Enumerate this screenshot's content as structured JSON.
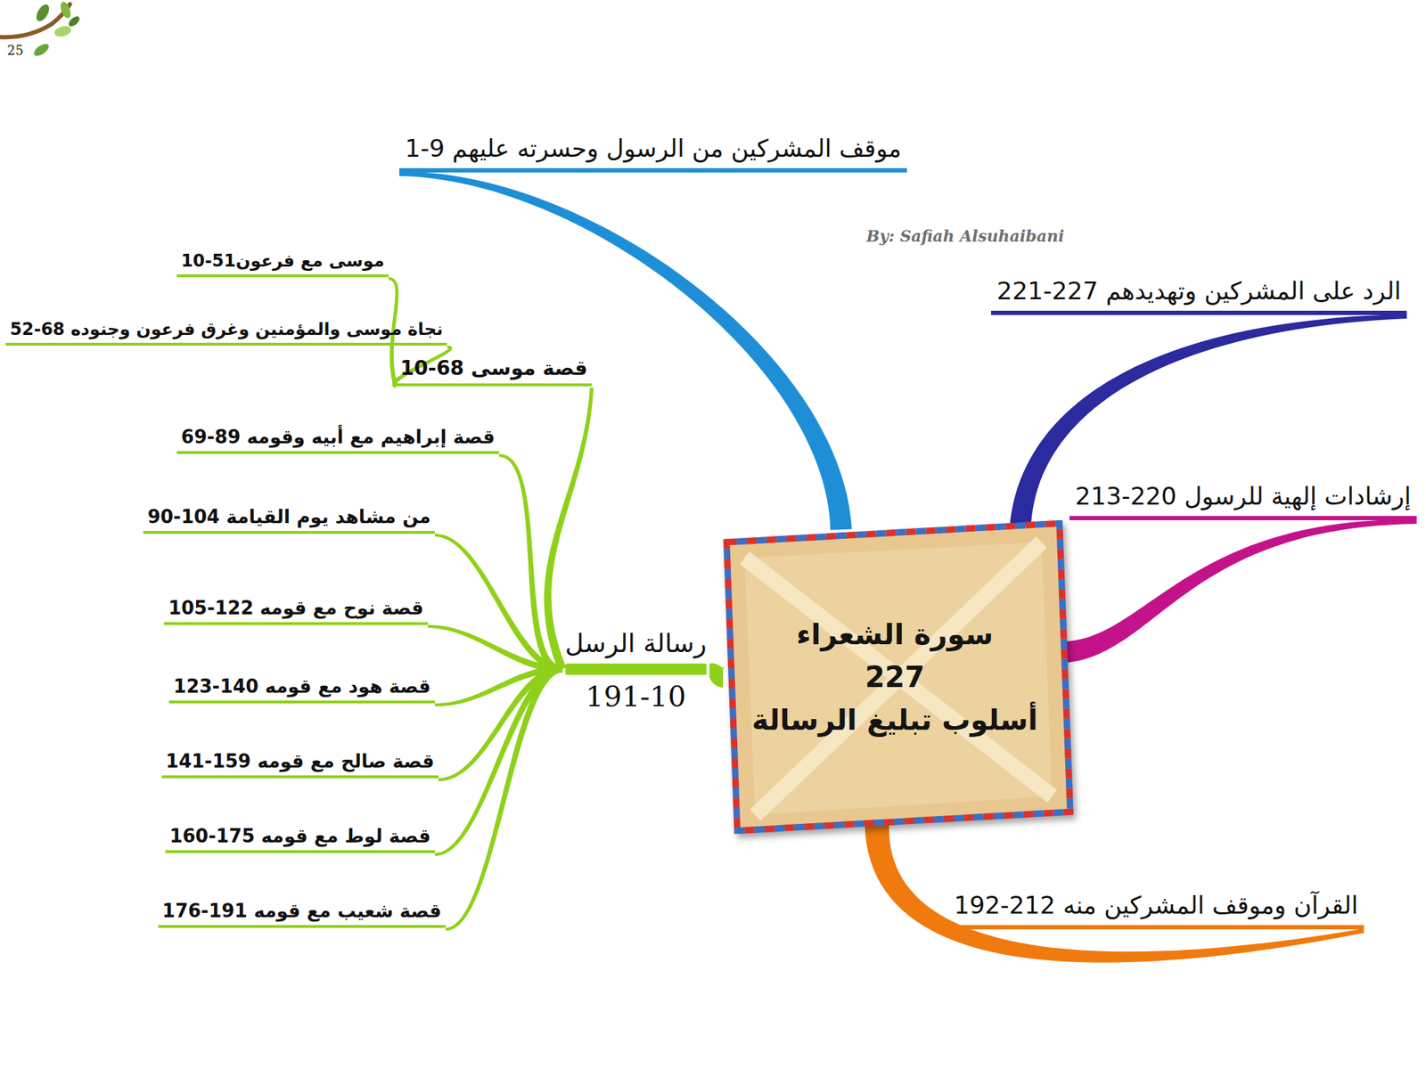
{
  "diagram": {
    "nodes": [
      {
        "text": [
          "سورة الشعراء",
          "227",
          "أسلوب تبليغ الرسالة"
        ]
      },
      {
        "text": [
          "موقف المشركين من الرسول وحسرته عليهم 9-1"
        ]
      },
      {
        "text": [
          "الرد على المشركين وتهديدهم 227-221"
        ]
      },
      {
        "text": [
          "إرشادات إلهية للرسول 220-213"
        ]
      },
      {
        "text": [
          "القرآن وموقف المشركين منه 212-192"
        ]
      },
      {
        "text": [
          "رسالة الرسل",
          "191-10"
        ]
      },
      {
        "text": [
          "قصة موسى 68-10"
        ]
      },
      {
        "text": [
          "موسى مع فرعون51-10"
        ]
      },
      {
        "text": [
          "نجاة موسى والمؤمنين وغرق فرعون وجنوده 68-52"
        ]
      },
      {
        "text": [
          "قصة إبراهيم مع أبيه وقومه 89-69"
        ]
      },
      {
        "text": [
          "من مشاهد يوم القيامة 104-90"
        ]
      },
      {
        "text": [
          "قصة نوح مع قومه 122-105"
        ]
      },
      {
        "text": [
          "قصة هود مع قومه 140-123"
        ]
      },
      {
        "text": [
          "قصة صالح مع قومه 159-141"
        ]
      },
      {
        "text": [
          "قصة لوط مع قومه 175-160"
        ]
      },
      {
        "text": [
          "قصة شعيب مع قومه 191-176"
        ]
      }
    ],
    "edges": [
      {
        "from": 0,
        "to": 1,
        "arrow": "none"
      },
      {
        "from": 0,
        "to": 2,
        "arrow": "none"
      },
      {
        "from": 0,
        "to": 3,
        "arrow": "none"
      },
      {
        "from": 0,
        "to": 4,
        "arrow": "none"
      },
      {
        "from": 0,
        "to": 5,
        "arrow": "none"
      },
      {
        "from": 5,
        "to": 6,
        "arrow": "none"
      },
      {
        "from": 6,
        "to": 7,
        "arrow": "none"
      },
      {
        "from": 6,
        "to": 8,
        "arrow": "none"
      },
      {
        "from": 5,
        "to": 9,
        "arrow": "none"
      },
      {
        "from": 5,
        "to": 10,
        "arrow": "none"
      },
      {
        "from": 5,
        "to": 11,
        "arrow": "none"
      },
      {
        "from": 5,
        "to": 12,
        "arrow": "none"
      },
      {
        "from": 5,
        "to": 13,
        "arrow": "none"
      },
      {
        "from": 5,
        "to": 14,
        "arrow": "none"
      },
      {
        "from": 5,
        "to": 15,
        "arrow": "none"
      }
    ],
    "labels": [
      "25",
      "By: Safiah Alsuhaibani"
    ]
  }
}
